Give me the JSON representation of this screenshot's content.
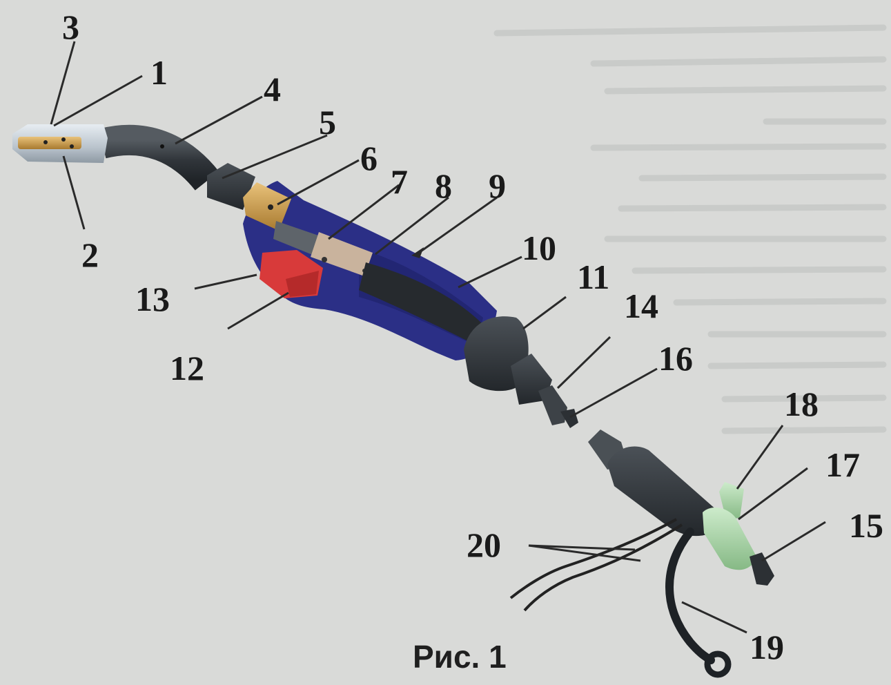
{
  "figure": {
    "caption": "Рис. 1",
    "labels": {
      "n1": "1",
      "n2": "2",
      "n3": "3",
      "n4": "4",
      "n5": "5",
      "n6": "6",
      "n7": "7",
      "n8": "8",
      "n9": "9",
      "n10": "10",
      "n11": "11",
      "n12": "12",
      "n13": "13",
      "n14": "14",
      "n15": "15",
      "n16": "16",
      "n17": "17",
      "n18": "18",
      "n19": "19",
      "n20": "20"
    }
  },
  "colors": {
    "background": "#d9dad8",
    "handle": "#2b2f86",
    "hose": "#33383d",
    "nozzle": "#c9d2da",
    "brass": "#c79a45",
    "trigger": "#d83a3a",
    "connector_green": "#a9d6a8"
  }
}
